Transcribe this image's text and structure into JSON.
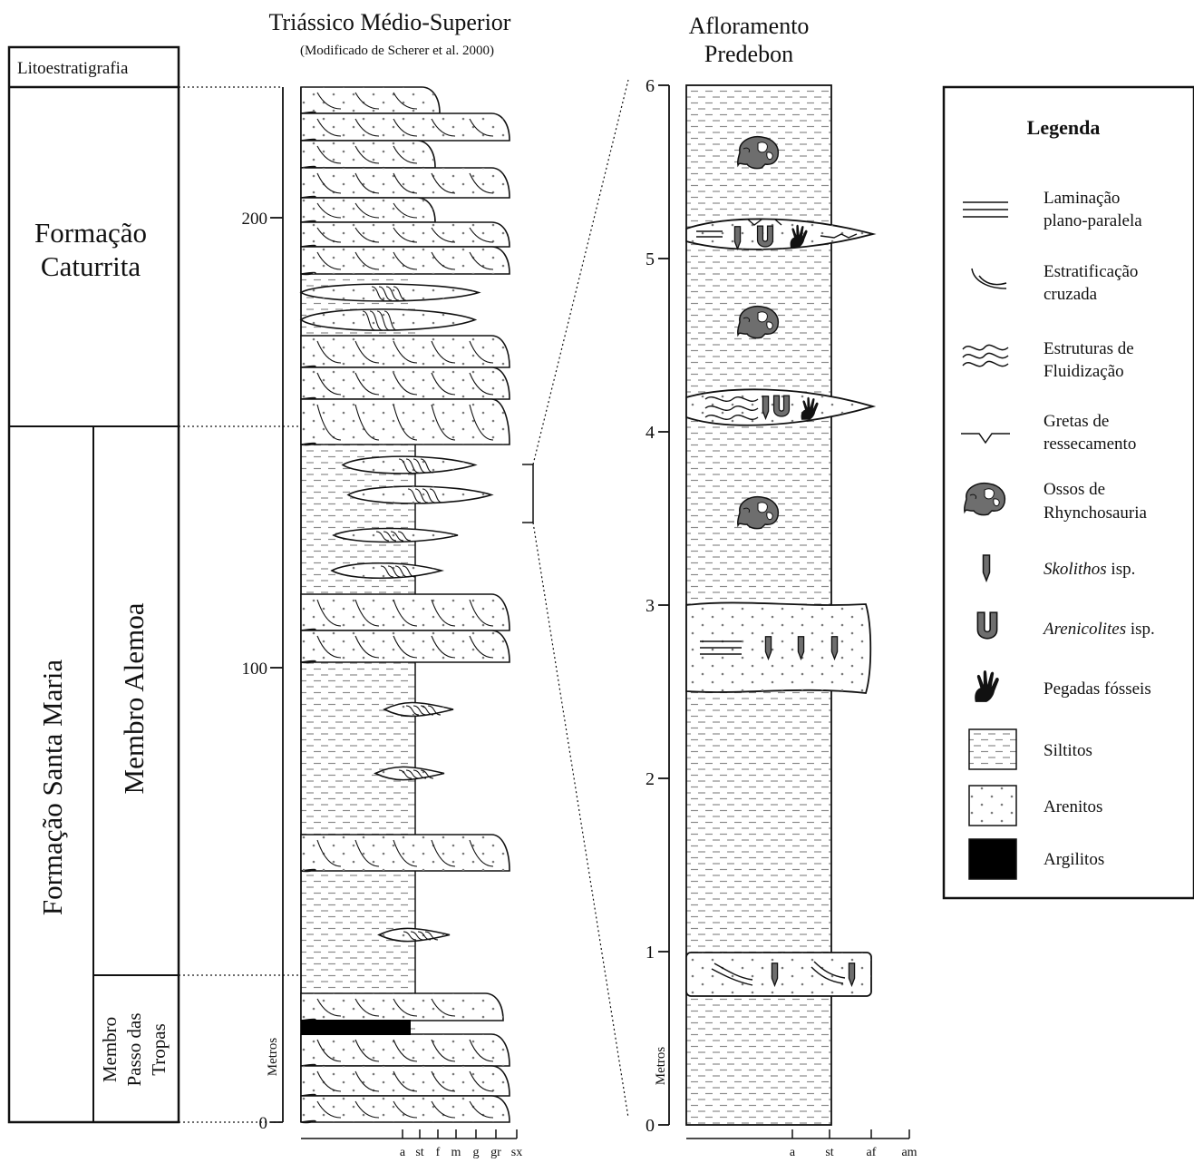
{
  "header": {
    "left_title": "Triássico Médio-Superior",
    "left_subtitle": "(Modificado de Scherer et al. 2000)",
    "right_title_line1": "Afloramento",
    "right_title_line2": "Predebon"
  },
  "lithostratigraphy": {
    "header": "Litoestratigrafia",
    "formation_caturrita_line1": "Formação",
    "formation_caturrita_line2": "Caturrita",
    "formation_santa_maria": "Formação Santa Maria",
    "member_alemoa": "Membro Alemoa",
    "member_passo_line1": "Membro",
    "member_passo_line2": "Passo das",
    "member_passo_line3": "Tropas"
  },
  "left_column": {
    "axis_unit": "Metros",
    "ticks": [
      {
        "value": 0,
        "label": "0"
      },
      {
        "value": 100,
        "label": "100"
      },
      {
        "value": 200,
        "label": "200"
      }
    ],
    "grain_labels": [
      "a",
      "st",
      "f",
      "m",
      "g",
      "gr",
      "sx"
    ]
  },
  "right_column": {
    "axis_unit": "Metros",
    "ticks": [
      {
        "value": 0,
        "label": "0"
      },
      {
        "value": 1,
        "label": "1"
      },
      {
        "value": 2,
        "label": "2"
      },
      {
        "value": 3,
        "label": "3"
      },
      {
        "value": 4,
        "label": "4"
      },
      {
        "value": 5,
        "label": "5"
      },
      {
        "value": 6,
        "label": "6"
      }
    ],
    "grain_labels": [
      "a",
      "st",
      "af",
      "am"
    ]
  },
  "legend": {
    "title": "Legenda",
    "items": [
      {
        "icon": "parallel-lamination-icon",
        "line1": "Laminação",
        "line2": "plano-paralela",
        "italic": ""
      },
      {
        "icon": "cross-stratification-icon",
        "line1": "Estratificação",
        "line2": "cruzada",
        "italic": ""
      },
      {
        "icon": "fluidization-icon",
        "line1": "Estruturas de",
        "line2": "Fluidização",
        "italic": ""
      },
      {
        "icon": "mudcrack-icon",
        "line1": "Gretas de",
        "line2": "ressecamento",
        "italic": ""
      },
      {
        "icon": "bone-icon",
        "line1": "Ossos de",
        "line2": "Rhynchosauria",
        "italic": ""
      },
      {
        "icon": "skolithos-icon",
        "line1": "isp.",
        "line2": "",
        "italic": "Skolithos"
      },
      {
        "icon": "arenicolites-icon",
        "line1": "isp.",
        "line2": "",
        "italic": "Arenicolites"
      },
      {
        "icon": "footprint-icon",
        "line1": "Pegadas fósseis",
        "line2": "",
        "italic": ""
      },
      {
        "icon": "siltstone-swatch-icon",
        "line1": "Siltitos",
        "line2": "",
        "italic": ""
      },
      {
        "icon": "sandstone-swatch-icon",
        "line1": "Arenitos",
        "line2": "",
        "italic": ""
      },
      {
        "icon": "claystone-swatch-icon",
        "line1": "Argilitos",
        "line2": "",
        "italic": ""
      }
    ]
  },
  "colors": {
    "ink": "#111111",
    "fossil_fill": "#6e6e6e",
    "sand_dot": "#7a7a7a",
    "silt_dash": "#8a8a8a",
    "claystone": "#000000"
  }
}
